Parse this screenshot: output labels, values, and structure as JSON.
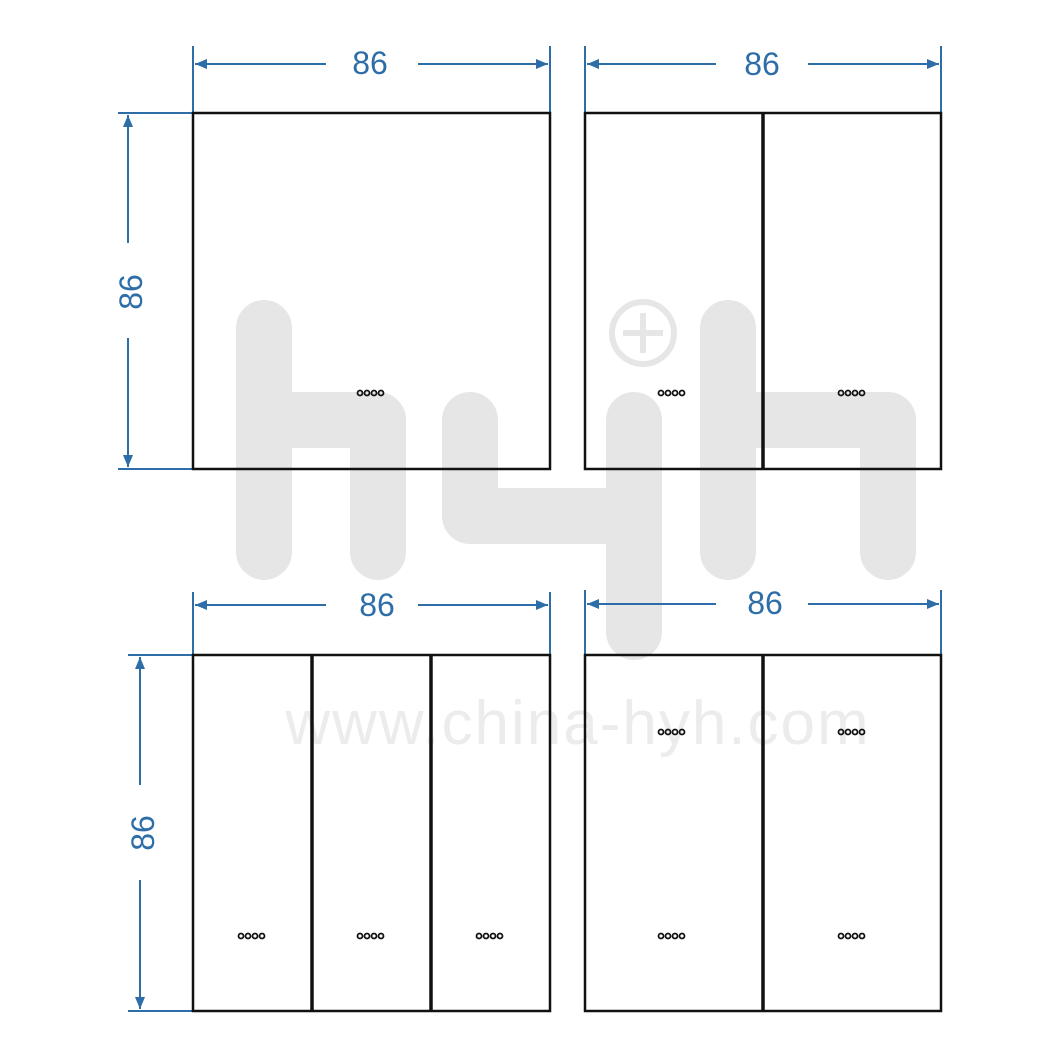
{
  "watermark": {
    "logo_text": "hyh",
    "url_text": "www.china-hyh.com",
    "color": "#e6e6e6"
  },
  "colors": {
    "dimension": "#2e6ea8",
    "outline": "#111111"
  },
  "panels": [
    {
      "id": "one-gang",
      "width_label": "86",
      "height_label": "86",
      "gangs": 1,
      "indicator_rows": 1
    },
    {
      "id": "two-gang",
      "width_label": "86",
      "gangs": 2,
      "indicator_rows": 1
    },
    {
      "id": "three-gang",
      "width_label": "86",
      "height_label": "86",
      "gangs": 3,
      "indicator_rows": 1
    },
    {
      "id": "four-gang",
      "width_label": "86",
      "gangs": 2,
      "indicator_rows": 2
    }
  ]
}
